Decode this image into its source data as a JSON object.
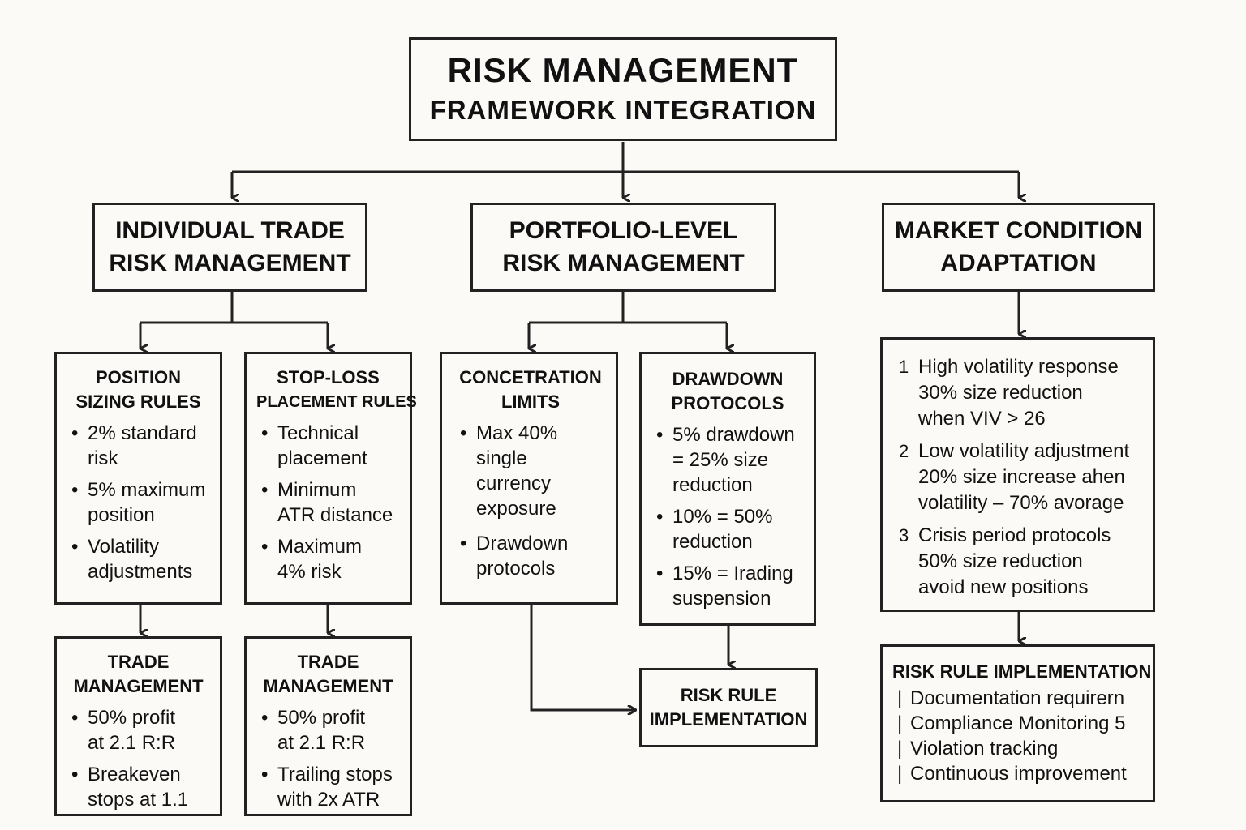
{
  "title": {
    "line1": "RISK MANAGEMENT",
    "line2": "FRAMEWORK INTEGRATION"
  },
  "branches": {
    "individual": {
      "line1": "INDIVIDUAL TRADE",
      "line2": "RISK MANAGEMENT"
    },
    "portfolio": {
      "line1": "PORTFOLIO-LEVEL",
      "line2": "RISK MANAGEMENT"
    },
    "market": {
      "line1": "MARKET CONDITION",
      "line2": "ADAPTATION"
    }
  },
  "position_sizing": {
    "title1": "POSITION",
    "title2": "SIZING RULES",
    "items": [
      [
        "2% standard",
        "risk"
      ],
      [
        "5% maximum",
        "position"
      ],
      [
        "Volatility",
        "adjustments"
      ]
    ]
  },
  "stop_loss": {
    "title1": "STOP-LOSS",
    "title2": "PLACEMENT RULES",
    "items": [
      [
        "Technical",
        "placement"
      ],
      [
        "Minimum",
        "ATR distance"
      ],
      [
        "Maximum",
        "4% risk"
      ]
    ]
  },
  "trade_mgmt_1": {
    "title1": "TRADE",
    "title2": "MANAGEMENT",
    "items": [
      [
        "50% profit",
        "at 2.1 R:R"
      ],
      [
        "Breakeven",
        "stops at 1.1"
      ]
    ]
  },
  "trade_mgmt_2": {
    "title1": "TRADE",
    "title2": "MANAGEMENT",
    "items": [
      [
        "50% profit",
        "at 2.1 R:R"
      ],
      [
        "Trailing stops",
        "with 2x ATR"
      ]
    ]
  },
  "concentration": {
    "title1": "CONCETRATION",
    "title2": "LIMITS",
    "items": [
      [
        "Max 40%",
        "single",
        "currency",
        "exposure"
      ],
      [
        "Drawdown",
        "protocols"
      ]
    ]
  },
  "drawdown": {
    "title1": "DRAWDOWN",
    "title2": "PROTOCOLS",
    "items": [
      [
        "5% drawdown",
        "= 25% size",
        "reduction"
      ],
      [
        "10% = 50%",
        "reduction"
      ],
      [
        "15% = Irading",
        "suspension"
      ]
    ]
  },
  "market_list": {
    "items": [
      {
        "marker": "1",
        "lines": [
          "High volatility response",
          "30% size reduction",
          "when VIV > 26"
        ]
      },
      {
        "marker": "2",
        "lines": [
          "Low volatility adjustment",
          "20% size increase ahen",
          "volatility – 70% avorage"
        ]
      },
      {
        "marker": "3",
        "lines": [
          "Crisis period protocols",
          "50% size reduction",
          "avoid new positions"
        ]
      }
    ]
  },
  "risk_impl_center": {
    "line1": "RISK RULE",
    "line2": "IMPLEMENTATION"
  },
  "risk_impl_right": {
    "title": "RISK RULE IMPLEMENTATION",
    "items": [
      "Documentation requirern",
      "Compliance Monitoring 5",
      "Violation tracking",
      "Continuous improvement"
    ]
  }
}
